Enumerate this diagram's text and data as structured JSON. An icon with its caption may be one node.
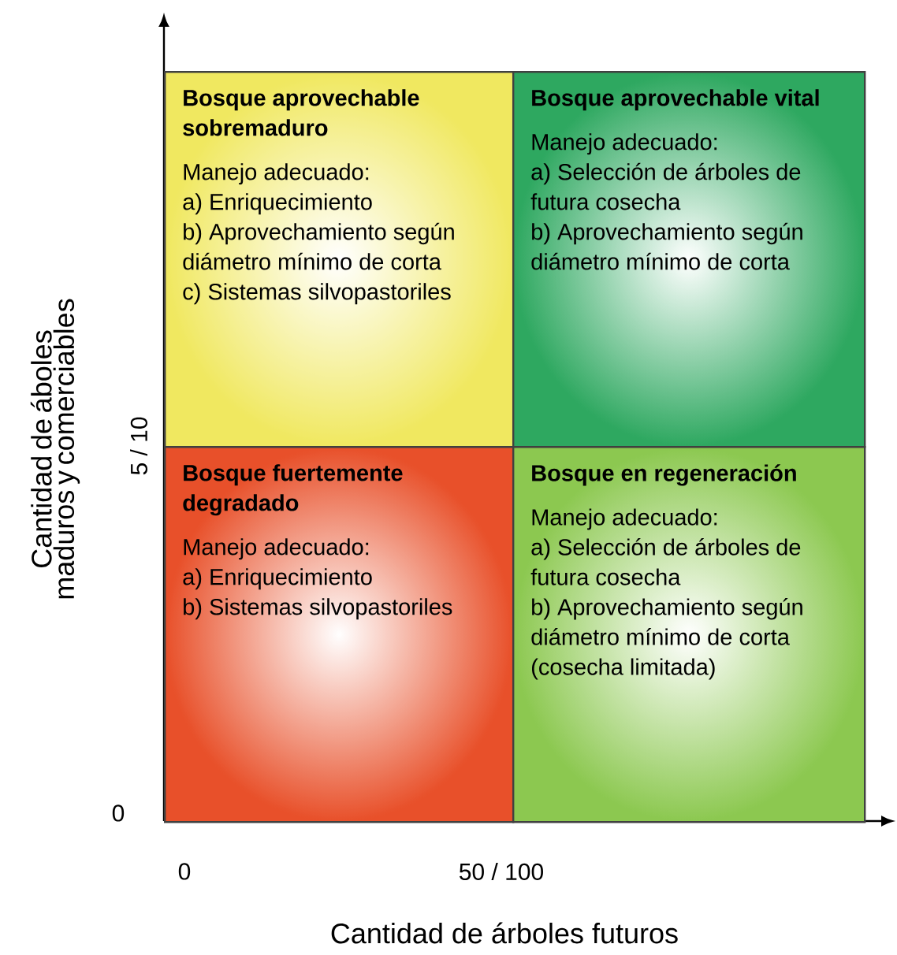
{
  "diagram": {
    "nodes": [
      {
        "text": [
          "Bosque aprovechable sobremaduro",
          "Manejo adecuado:",
          "a) Enriquecimiento",
          "b) Aprovechamiento según diámetro mínimo de corta",
          "c) Sistemas silvopastoriles"
        ]
      },
      {
        "text": [
          "Bosque aprovechable vital",
          "Manejo adecuado:",
          "a) Selección de árboles de futura cosecha",
          "b) Aprovechamiento según diámetro mínimo de corta"
        ]
      },
      {
        "text": [
          "Bosque fuertemente degradado",
          "Manejo adecuado:",
          "a) Enriquecimiento",
          "b) Sistemas silvopastoriles"
        ]
      },
      {
        "text": [
          "Bosque en regeneración",
          "Manejo adecuado:",
          "a) Selección de árboles de futura cosecha",
          "b) Aprovechamiento según diámetro mínimo de corta",
          "(cosecha limitada)"
        ]
      }
    ],
    "edges": [],
    "labels": [
      "Cantidad de áboles maduros y comerciables",
      "5 / 10",
      "0",
      "0",
      "50 / 100",
      "Cantidad de árboles futuros"
    ]
  }
}
